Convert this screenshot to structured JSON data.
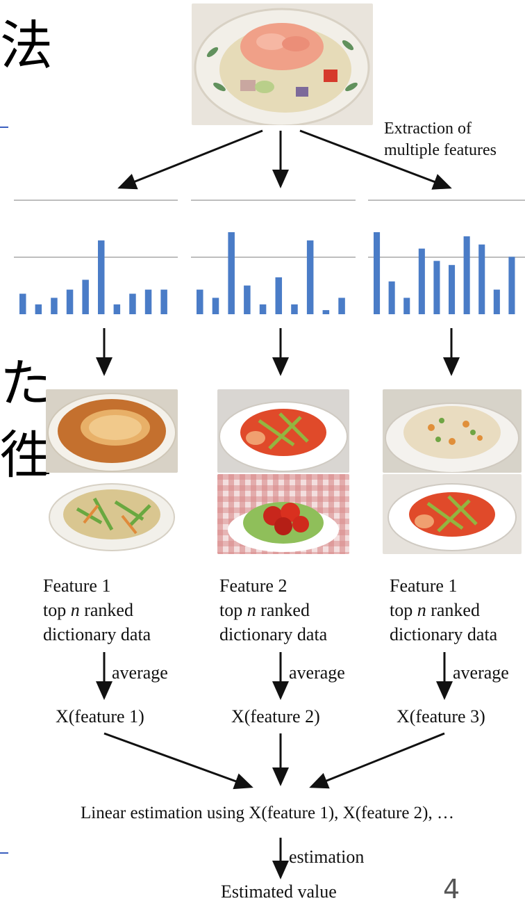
{
  "slide": {
    "title_fragment": "法",
    "side_fragments": [
      "た",
      "徃"
    ],
    "page_number": "4"
  },
  "diagram": {
    "extraction_label": [
      "Extraction of",
      "multiple features"
    ],
    "columns": [
      {
        "feature_lines": [
          "Feature 1",
          "top",
          "n",
          "ranked",
          "dictionary data"
        ],
        "average_label": "average",
        "x_label": "X(feature 1)",
        "histogram": [
          0.25,
          0.12,
          0.2,
          0.3,
          0.42,
          0.9,
          0.12,
          0.25,
          0.3,
          0.3
        ]
      },
      {
        "feature_lines": [
          "Feature 2",
          "top",
          "n",
          "ranked",
          "dictionary data"
        ],
        "average_label": "average",
        "x_label": "X(feature 2)",
        "histogram": [
          0.3,
          0.2,
          1.0,
          0.35,
          0.12,
          0.45,
          0.12,
          0.9,
          0.05,
          0.2
        ]
      },
      {
        "feature_lines": [
          "Feature 1",
          "top",
          "n",
          "ranked",
          "dictionary data"
        ],
        "average_label": "average",
        "x_label": "X(feature 3)",
        "histogram": [
          1.0,
          0.4,
          0.2,
          0.8,
          0.65,
          0.6,
          0.95,
          0.85,
          0.3,
          0.7
        ]
      }
    ],
    "linear_estimation": "Linear estimation using X(feature 1), X(feature 2), …",
    "estimation_label": "estimation",
    "estimated_value": "Estimated value"
  }
}
